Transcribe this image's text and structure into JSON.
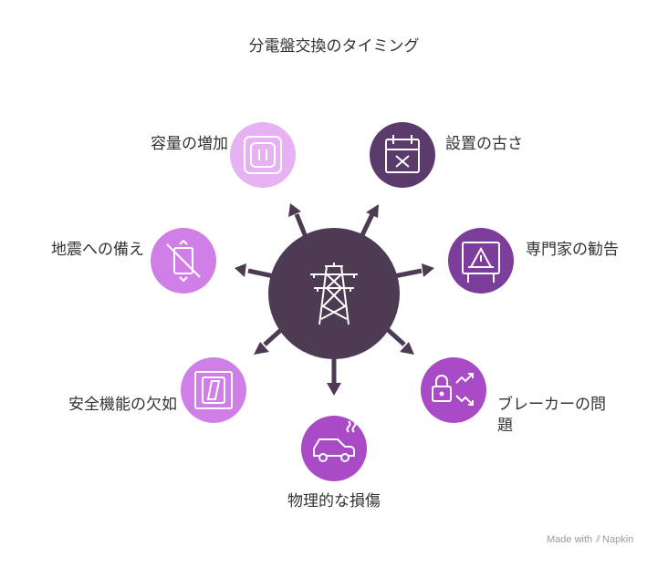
{
  "title": "分電盤交換のタイミング",
  "colors": {
    "hub": "#4d3b54",
    "dark_purple": "#5a3b6b",
    "mid_purple": "#7d3d9a",
    "purple": "#a94ac6",
    "light_purple": "#d07fe6",
    "pale_purple": "#e6b2f2"
  },
  "hub": {
    "icon": "power-tower-icon"
  },
  "nodes": [
    {
      "key": "capacity",
      "label": "容量の増加",
      "icon": "outlet-icon"
    },
    {
      "key": "age",
      "label": "設置の古さ",
      "icon": "calendar-x-icon"
    },
    {
      "key": "expert",
      "label": "専門家の勧告",
      "icon": "warning-sign-icon"
    },
    {
      "key": "breaker",
      "label_line1": "ブレーカーの問",
      "label_line2": "題",
      "icon": "lock-trend-icon"
    },
    {
      "key": "damage",
      "label": "物理的な損傷",
      "icon": "car-smoke-icon"
    },
    {
      "key": "safety",
      "label": "安全機能の欠如",
      "icon": "switch-panel-icon"
    },
    {
      "key": "earthquake",
      "label": "地震への備え",
      "icon": "no-phone-icon"
    }
  ],
  "watermark": {
    "prefix": "Made with",
    "brand": "Napkin"
  }
}
